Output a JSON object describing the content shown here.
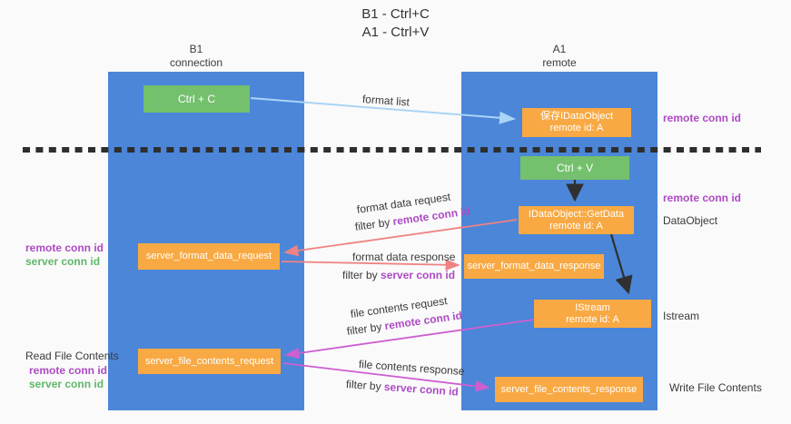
{
  "title": {
    "line1": "B1 - Ctrl+C",
    "line2": "A1 - Ctrl+V"
  },
  "columns": {
    "left": {
      "name": "B1",
      "subtitle": "connection"
    },
    "right": {
      "name": "A1",
      "subtitle": "remote"
    }
  },
  "boxes": {
    "ctrl_c": "Ctrl + C",
    "ctrl_v": "Ctrl + V",
    "save_dataobject": {
      "line1": "保存IDataObject",
      "line2": "remote id: A"
    },
    "getdata": {
      "line1": "IDataObject::GetData",
      "line2": "remote id: A"
    },
    "istream": {
      "line1": "IStream",
      "line2": "remote id: A"
    },
    "server_format_data_request": "server_format_data_request",
    "server_format_data_response": "server_format_data_response",
    "server_file_contents_request": "server_file_contents_request",
    "server_file_contents_response": "server_file_contents_response"
  },
  "side_labels": {
    "right_remote_conn_id_top": "remote conn id",
    "right_remote_conn_id_mid": "remote conn id",
    "right_dataobject": "DataObject",
    "right_istream": "Istream",
    "right_write_file_contents": "Write File Contents",
    "left_remote_conn_id_top": "remote conn id",
    "left_server_conn_id_top": "server conn id",
    "left_read_file_contents": "Read File Contents",
    "left_remote_conn_id_bottom": "remote conn id",
    "left_server_conn_id_bottom": "server conn id"
  },
  "annotations": {
    "format_list": "format list",
    "format_data_request": "format data request",
    "filter_remote_1": {
      "prefix": "filter by ",
      "key": "remote conn id"
    },
    "format_data_response": "format data response",
    "filter_server_1": {
      "prefix": "filter by ",
      "key": "server conn id"
    },
    "file_contents_request": "file contents request",
    "filter_remote_2": {
      "prefix": "filter by ",
      "key": "remote conn id"
    },
    "file_contents_response": "file contents response",
    "filter_server_2": {
      "prefix": "filter by ",
      "key": "server conn id"
    }
  },
  "colors": {
    "lifeline_blue": "#4b86d9",
    "box_orange": "#f8a943",
    "box_green": "#74c06c",
    "purple_text": "#ad4bc4",
    "green_text": "#5fb768",
    "arrow_blue": "#aad4f5",
    "arrow_black": "#303030",
    "arrow_salmon": "#ef8282",
    "arrow_magenta": "#cd5fd0",
    "divider": "#2e2e2e"
  }
}
